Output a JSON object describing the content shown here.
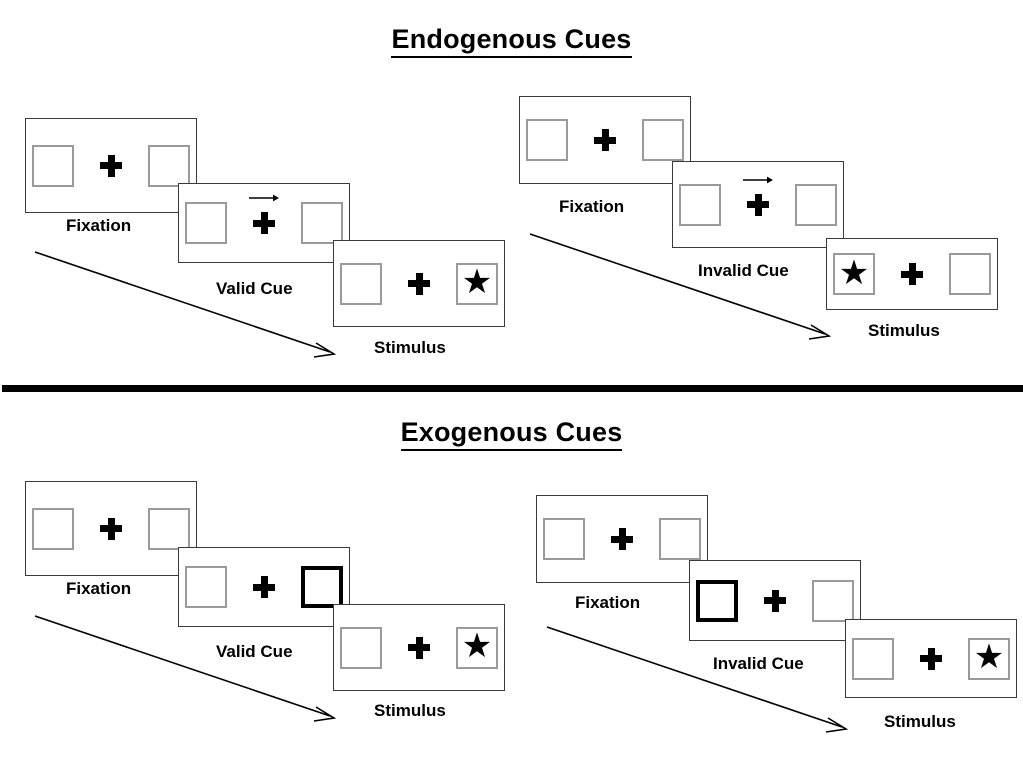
{
  "figure": {
    "title_endogenous": "Endogenous Cues",
    "title_exogenous": "Exogenous Cues",
    "divider_label": "section-divider"
  },
  "sections": [
    {
      "id": "endogenous",
      "title": "Endogenous Cues",
      "columns": [
        {
          "id": "endogenous-valid",
          "panels": [
            {
              "caption": "Fixation",
              "left_square": "empty",
              "right_square": "empty",
              "center": "fixation-plus",
              "cue": "none"
            },
            {
              "caption": "Valid Cue",
              "left_square": "empty",
              "right_square": "empty",
              "center": "fixation-plus",
              "cue": "arrow-right"
            },
            {
              "caption": "Stimulus",
              "left_square": "empty",
              "right_square": "star",
              "center": "fixation-plus",
              "cue": "none"
            }
          ]
        },
        {
          "id": "endogenous-invalid",
          "panels": [
            {
              "caption": "Fixation",
              "left_square": "empty",
              "right_square": "empty",
              "center": "fixation-plus",
              "cue": "none"
            },
            {
              "caption": "Invalid Cue",
              "left_square": "empty",
              "right_square": "empty",
              "center": "fixation-plus",
              "cue": "arrow-right"
            },
            {
              "caption": "Stimulus",
              "left_square": "star",
              "right_square": "empty",
              "center": "fixation-plus",
              "cue": "none"
            }
          ]
        }
      ]
    },
    {
      "id": "exogenous",
      "title": "Exogenous Cues",
      "columns": [
        {
          "id": "exogenous-valid",
          "panels": [
            {
              "caption": "Fixation",
              "left_square": "empty",
              "right_square": "empty",
              "center": "fixation-plus",
              "cue": "none"
            },
            {
              "caption": "Valid Cue",
              "left_square": "empty",
              "right_square": "highlight",
              "center": "fixation-plus",
              "cue": "none"
            },
            {
              "caption": "Stimulus",
              "left_square": "empty",
              "right_square": "star",
              "center": "fixation-plus",
              "cue": "none"
            }
          ]
        },
        {
          "id": "exogenous-invalid",
          "panels": [
            {
              "caption": "Fixation",
              "left_square": "empty",
              "right_square": "empty",
              "center": "fixation-plus",
              "cue": "none"
            },
            {
              "caption": "Invalid Cue",
              "left_square": "highlight",
              "right_square": "empty",
              "center": "fixation-plus",
              "cue": "none"
            },
            {
              "caption": "Stimulus",
              "left_square": "empty",
              "right_square": "star",
              "center": "fixation-plus",
              "cue": "none"
            }
          ]
        }
      ]
    }
  ],
  "captions": {
    "fixation": "Fixation",
    "valid_cue": "Valid Cue",
    "invalid_cue": "Invalid Cue",
    "stimulus": "Stimulus"
  },
  "glyphs": {
    "star": "★"
  },
  "colors": {
    "ink": "#000000",
    "panel_border": "#3a3a3a",
    "square_border": "#9a9a9a",
    "highlight_border": "#000000",
    "background": "#ffffff"
  }
}
